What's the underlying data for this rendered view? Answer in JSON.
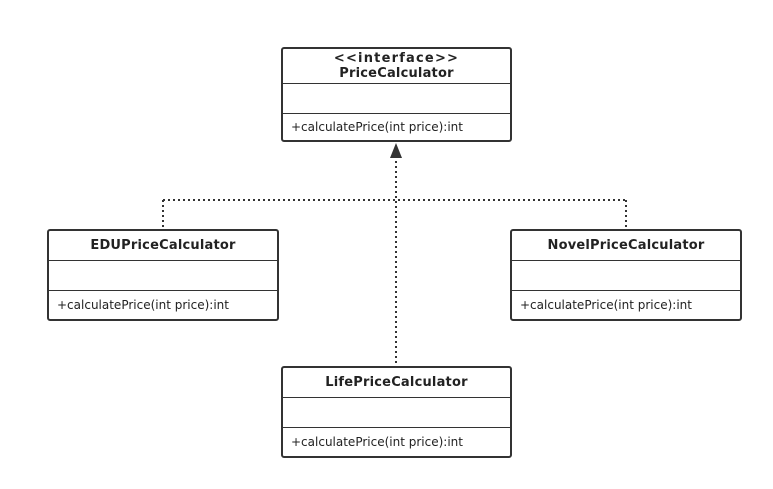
{
  "interface": {
    "stereotype": "<<interface>>",
    "name": "PriceCalculator",
    "method": "+calculatePrice(int price):int"
  },
  "implementations": [
    {
      "name": "EDUPriceCalculator",
      "method": "+calculatePrice(int price):int"
    },
    {
      "name": "NovelPriceCalculator",
      "method": "+calculatePrice(int price):int"
    },
    {
      "name": "LifePriceCalculator",
      "method": "+calculatePrice(int price):int"
    }
  ],
  "colors": {
    "border": "#333333",
    "text": "#222222",
    "background": "#ffffff"
  }
}
